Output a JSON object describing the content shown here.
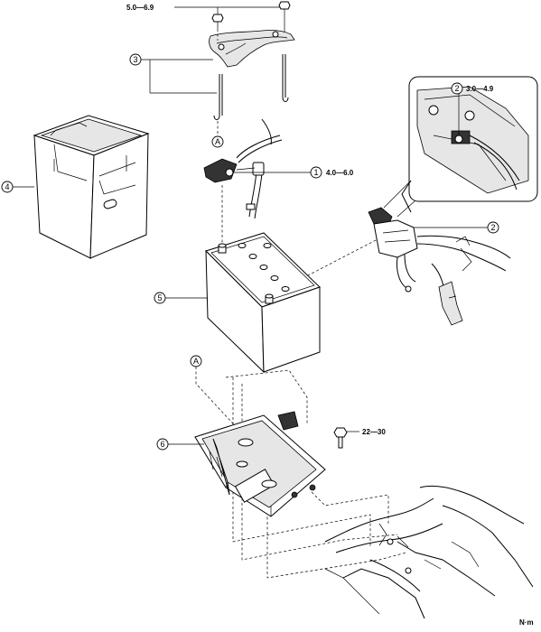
{
  "callouts": {
    "c1": "1",
    "c2_inset": "2",
    "c2": "2",
    "c3": "3",
    "c4": "4",
    "c5": "5",
    "c6": "6",
    "ref_a_top": "A",
    "ref_a_bottom": "A"
  },
  "torques": {
    "nut_top": "5.0—6.9",
    "terminal_inset": "3.0—4.9",
    "terminal_clamp": "4.0—6.0",
    "tray_bolt": "22—30"
  },
  "unit_label": "N·m"
}
